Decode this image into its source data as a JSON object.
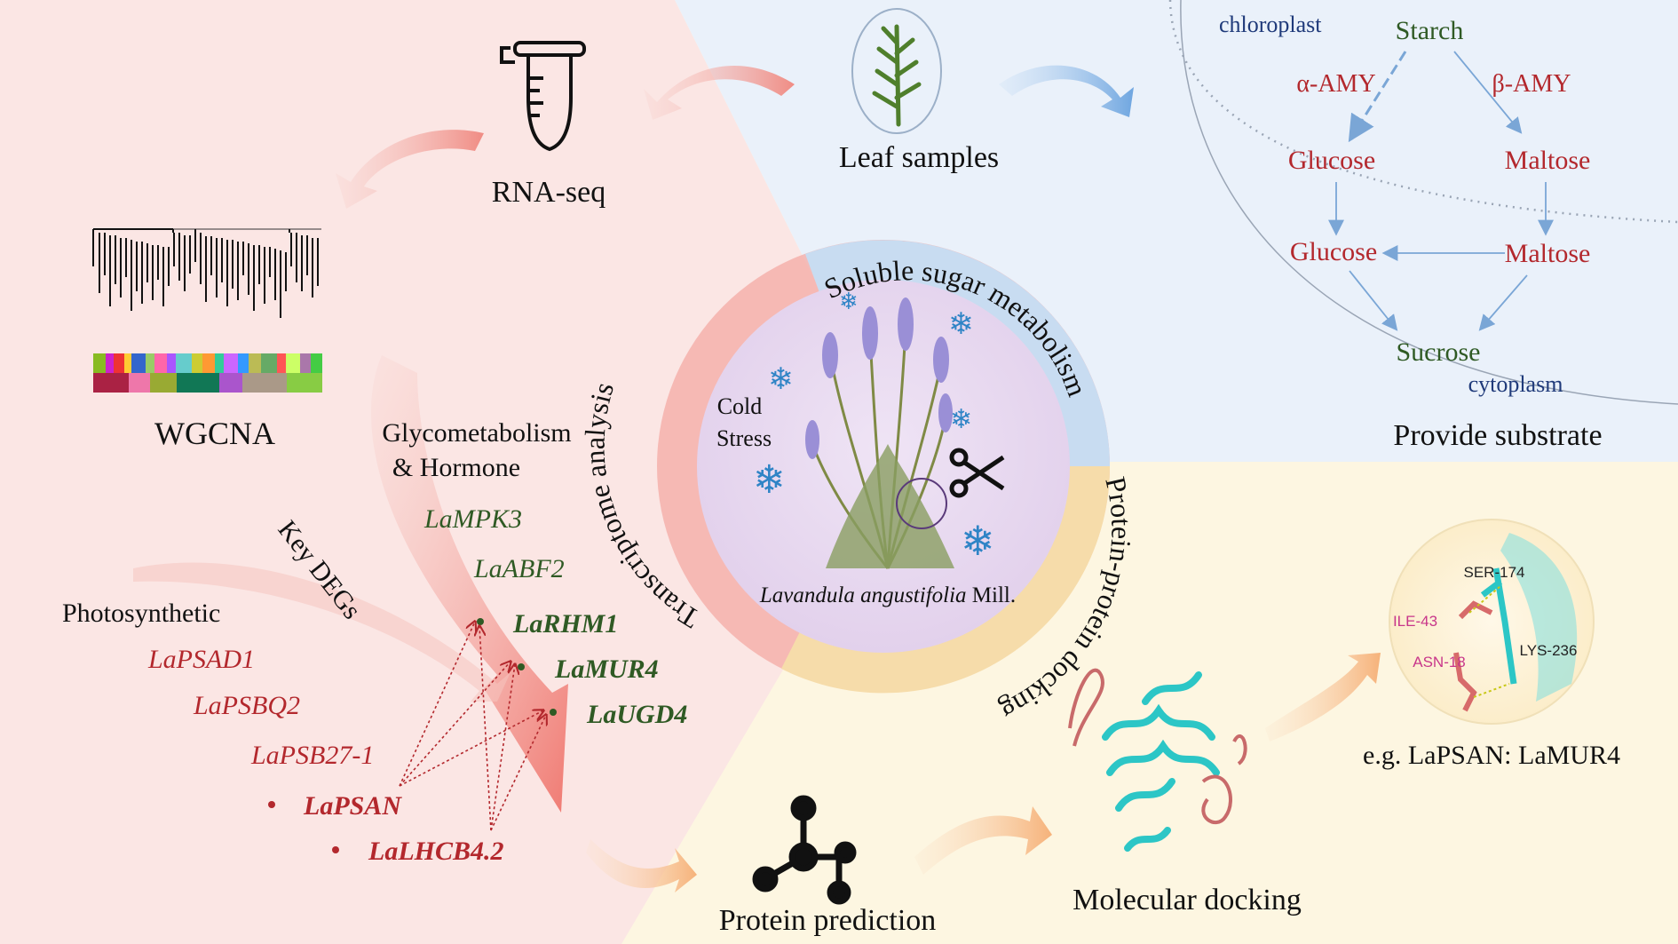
{
  "colors": {
    "pink_bg": "#fbe6e4",
    "blue_bg": "#eaf1fa",
    "yellow_bg": "#fdf6e1",
    "red_text": "#b3282d",
    "green_text": "#2f5a24",
    "navy_text": "#1f3a7a",
    "arrow_blue": "#7aa6d6",
    "center_purple": "#e9dcf0",
    "ring_red": "#f4a9a4",
    "ring_blue": "#c8dcf1",
    "ring_yellow": "#f6dcaa",
    "snow_blue": "#2f84c6"
  },
  "leaf": {
    "label": "Leaf samples"
  },
  "rnaseq": {
    "label": "RNA-seq",
    "icon": "tube-icon"
  },
  "wgcna": {
    "label": "WGCNA"
  },
  "groups": {
    "glyco_line1": "Glycometabolism",
    "glyco_line2": "& Hormone",
    "photo": "Photosynthetic",
    "key_degs": "Key DEGs"
  },
  "genes": {
    "green_plain": [
      "LaMPK3",
      "LaABF2"
    ],
    "green_bold": [
      "LaRHM1",
      "LaMUR4",
      "LaUGD4"
    ],
    "red_plain": [
      "LaPSAD1",
      "LaPSBQ2",
      "LaPSB27-1"
    ],
    "red_bold": [
      "LaPSAN",
      "LaLHCB4.2"
    ]
  },
  "pathway": {
    "chloroplast": "chloroplast",
    "cytoplasm": "cytoplasm",
    "starch": "Starch",
    "alpha_amy": "α-AMY",
    "beta_amy": "β-AMY",
    "glucose_in": "Glucose",
    "maltose_in": "Maltose",
    "glucose_out": "Glucose",
    "maltose_out": "Maltose",
    "sucrose": "Sucrose",
    "caption": "Provide substrate"
  },
  "center": {
    "ring_top": "Soluble sugar metabolism",
    "ring_left": "Transcriptome analysis",
    "ring_right": "Protein-protein docking",
    "cold1": "Cold",
    "cold2": "Stress",
    "species_italic": "Lavandula angustifolia",
    "species_suffix": " Mill."
  },
  "protein": {
    "label": "Protein prediction"
  },
  "docking": {
    "label": "Molecular docking",
    "example": "e.g. LaPSAN: LaMUR4",
    "residues": [
      "SER-174",
      "ILE-43",
      "LYS-236",
      "ASN-18"
    ]
  }
}
